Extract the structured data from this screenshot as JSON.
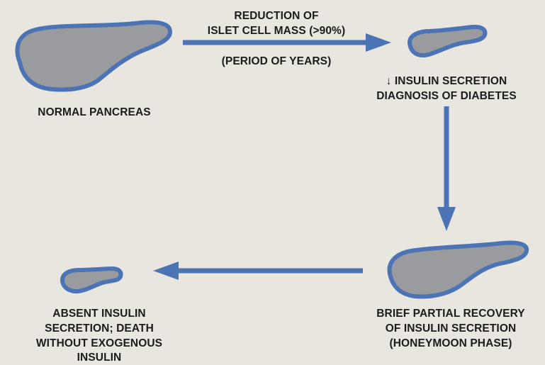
{
  "colors": {
    "background": "#e9e6e0",
    "pancreas_fill": "#9a9b9e",
    "pancreas_outline": "#4c74b4",
    "arrow": "#4c74b4",
    "text": "#1b1b1b"
  },
  "labels": {
    "normal_pancreas": "NORMAL PANCREAS",
    "reduction_line1": "REDUCTION OF",
    "reduction_line2": "ISLET CELL MASS (>90%)",
    "period": "(PERIOD OF YEARS)",
    "insulin_secretion": "↓ INSULIN SECRETION",
    "diagnosis": "DIAGNOSIS OF DIABETES",
    "recovery_line1": "BRIEF PARTIAL RECOVERY",
    "recovery_line2": "OF INSULIN SECRETION",
    "recovery_line3": "(HONEYMOON PHASE)",
    "absent_line1": "ABSENT INSULIN",
    "absent_line2": "SECRETION; DEATH",
    "absent_line3": "WITHOUT EXOGENOUS",
    "absent_line4": "INSULIN"
  }
}
